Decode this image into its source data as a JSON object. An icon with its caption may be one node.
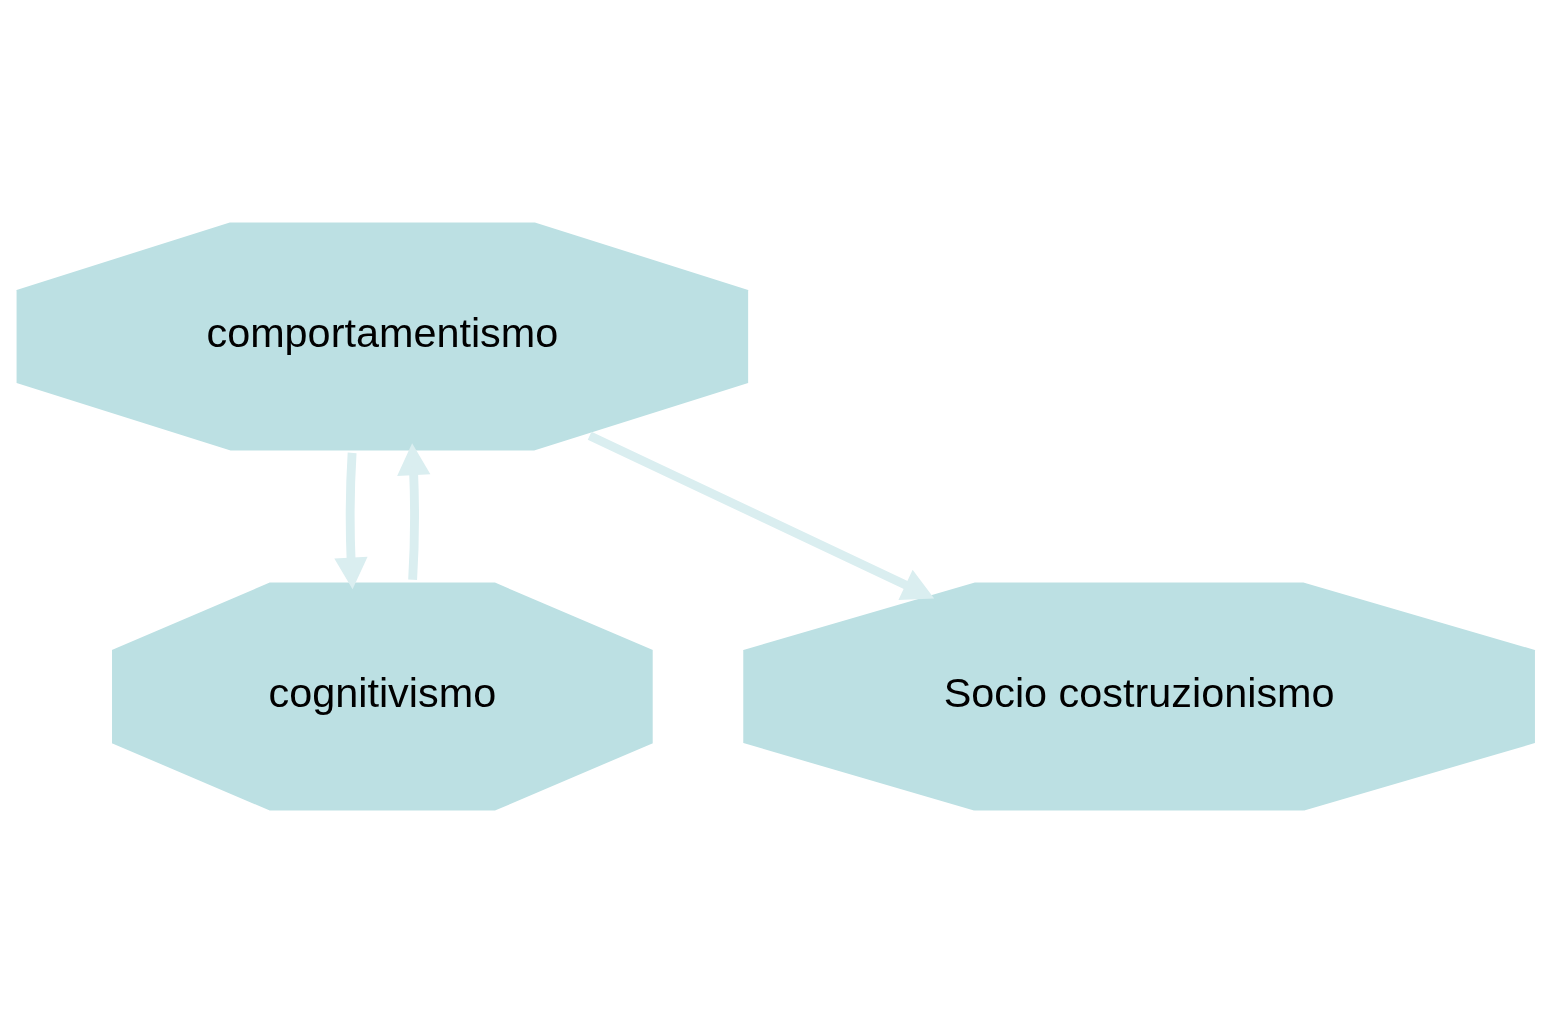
{
  "diagram": {
    "nodes": [
      {
        "text": [
          "comportamentismo"
        ]
      },
      {
        "text": [
          "cognitivismo"
        ]
      },
      {
        "text": [
          "Socio costruzionismo"
        ]
      }
    ],
    "edges": [
      {
        "from": 1,
        "to": 0,
        "arrow": "to"
      },
      {
        "from": 0,
        "to": 1,
        "arrow": "to"
      },
      {
        "from": 0,
        "to": 2,
        "arrow": "to"
      }
    ]
  }
}
